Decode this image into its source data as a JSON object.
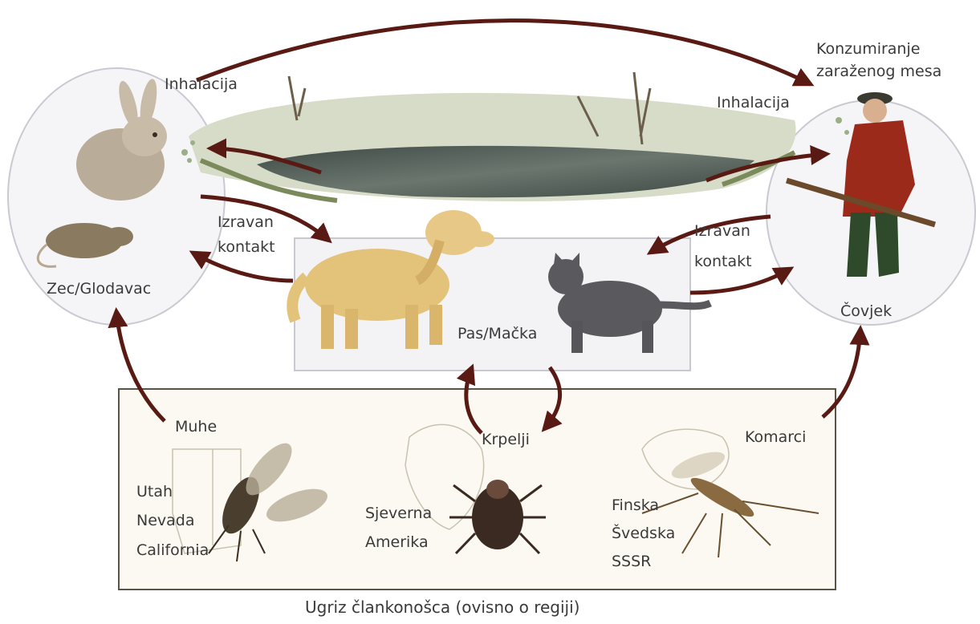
{
  "labels": {
    "inhalation_left": "Inhalacija",
    "inhalation_right": "Inhalacija",
    "consumption_line1": "Konzumiranje",
    "consumption_line2": "zaraženog mesa",
    "direct_left_line1": "Izravan",
    "direct_left_line2": "kontakt",
    "direct_right_line1": "Izravan",
    "direct_right_line2": "kontakt",
    "rabbit_rodent": "Zec/Glodavac",
    "human": "Čovjek",
    "dog_cat": "Pas/Mačka",
    "flies": "Muhe",
    "ticks": "Krpelji",
    "mosquitoes": "Komarci",
    "flies_region_1": "Utah",
    "flies_region_2": "Nevada",
    "flies_region_3": "California",
    "ticks_region_1": "Sjeverna",
    "ticks_region_2": "Amerika",
    "mosq_region_1": "Finska",
    "mosq_region_2": "Švedska",
    "mosq_region_3": "SSSR",
    "arthropod_caption": "Ugriz člankonošca (ovisno o regiji)"
  },
  "colors": {
    "arrow": "#5a1a14",
    "pond": "#4b5a52",
    "grass": "#8a9a6a",
    "circle_fill": "#f5f5f8",
    "circle_stroke": "#c9c9d2",
    "box_fill": "#fbf9f1",
    "box_stroke": "#5a5348",
    "dog": "#e3c27a",
    "cat": "#5a5a5e",
    "rabbit": "#b9ac98",
    "rat": "#8a7a60",
    "hunter_coat": "#9b2a1a",
    "hunter_pants": "#2e4a2a"
  }
}
